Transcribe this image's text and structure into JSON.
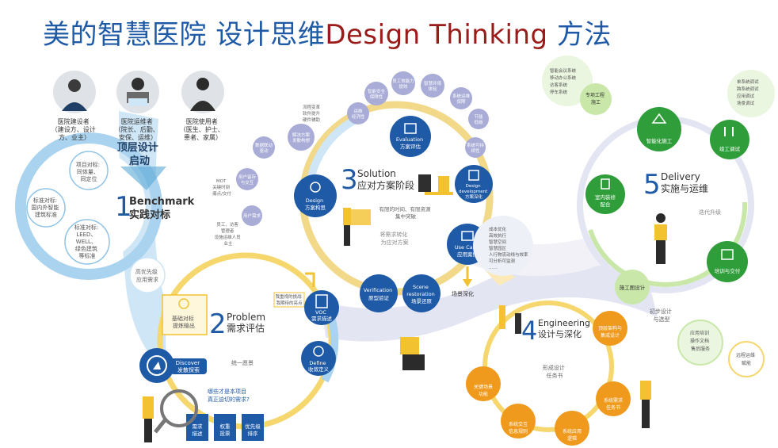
{
  "title": {
    "part1": "美的智慧医院 设计思维",
    "part2": "Design Thinking",
    "part3": " 方法"
  },
  "stakeholders": [
    {
      "lines": [
        "医院建设者",
        "（建设方、设计",
        "方、业主）"
      ]
    },
    {
      "lines": [
        "医院运维者",
        "（院长、后勤、",
        "安保、运维）"
      ]
    },
    {
      "lines": [
        "医院使用者",
        "（医生、护士、",
        "患者、家属）"
      ]
    }
  ],
  "top_design": [
    "顶层设计",
    "启动"
  ],
  "benchmark": {
    "num": "1",
    "en": "Benchmark",
    "cn": "实践对标",
    "items": [
      [
        "项目对标:",
        "同体量、",
        "同定位"
      ],
      [
        "标准对标:",
        "国内外智能",
        "建筑标准"
      ],
      [
        "标准对标:",
        "LEED、",
        "WELL、",
        "绿色建筑",
        "等标准"
      ]
    ],
    "note": [
      "高优先级",
      "应用需求"
    ]
  },
  "problem": {
    "num": "2",
    "en": "Problem",
    "cn": "需求评估",
    "clipboard": [
      "基础对标",
      "提炼输出"
    ],
    "note": [
      "我重视的挑战",
      "我期待的亮点"
    ],
    "unify": "统一愿景",
    "discover": [
      "Discover",
      "发散探索"
    ],
    "voc": [
      "VOC",
      "需求描述"
    ],
    "define": [
      "Define",
      "收敛定义"
    ],
    "bubble": [
      "哪些才是本项目",
      "真正迫切的需求?"
    ],
    "cards": [
      [
        "需求",
        "描述"
      ],
      [
        "权重",
        "投票"
      ],
      [
        "优先级",
        "排序"
      ]
    ]
  },
  "solution": {
    "num": "3",
    "en": "Solution",
    "cn": "应对方案阶段",
    "evaluation": [
      "Evaluation",
      "方案评估"
    ],
    "design_dev": [
      "Design",
      "development",
      "方案深化"
    ],
    "design_concept": [
      "Design",
      "方案构思"
    ],
    "usecase": [
      "Use Case",
      "应用案例"
    ],
    "verification": [
      "Verification",
      "原型验证"
    ],
    "scene": [
      "Scene",
      "restoration",
      "场景还原"
    ],
    "text_mid": [
      "有限的时间、有限资源",
      "集中突破"
    ],
    "text_low": [
      "将需求转化",
      "为应对方案"
    ],
    "eval_bubbles": [
      [
        "运维",
        "经济性"
      ],
      [
        "智能安全",
        "保障性"
      ],
      [
        "员工效能力",
        "提效"
      ],
      [
        "智慧环境",
        "体验"
      ],
      [
        "系统运维",
        "保障"
      ],
      [
        "节能",
        "低碳"
      ],
      [
        "系统可持",
        "续性"
      ]
    ],
    "concept_bubbles": [
      [
        "数据联动",
        "驱动"
      ],
      [
        "用户留存",
        "与交互"
      ],
      [
        "用户需求"
      ],
      [
        "解决方案",
        "发散构想"
      ]
    ],
    "concept_list": [
      "流程变革",
      "软件提升",
      "硬件辅助"
    ],
    "mot": [
      "MOT",
      "关键时刻",
      "痛点/交付"
    ],
    "users": [
      "员工、访客",
      "管理者",
      "设施运维人员",
      "业主"
    ],
    "usecase_list": [
      "成本优化",
      "高效执行",
      "智慧空间",
      "智慧园区",
      "人行物流动线与效率",
      "可分析可监测",
      "……"
    ],
    "scene_deep": "场景深化"
  },
  "engineering": {
    "num": "4",
    "en": "Engineering",
    "cn": "设计与深化",
    "items": [
      [
        "顶层架构与",
        "集成设计"
      ],
      [
        "系统需求",
        "任务书"
      ],
      [
        "系统应用",
        "逻辑"
      ],
      [
        "系统交互",
        "信息规则"
      ],
      [
        "关键场景",
        "功能"
      ]
    ],
    "center": [
      "形成设计",
      "任务书"
    ],
    "side": [
      "初步设计",
      "与选型"
    ]
  },
  "delivery": {
    "num": "5",
    "en": "Delivery",
    "cn": "实施与运维",
    "items": [
      [
        "智能化施工"
      ],
      [
        "竣工调试"
      ],
      [
        "培训与交付"
      ],
      [
        "室内装修",
        "配合"
      ]
    ],
    "upgrade": "迭代升级",
    "construction_design": "施工图设计",
    "list_left": [
      "智能会议系统",
      "移动办公系统",
      "访客系统",
      "停车系统"
    ],
    "list_right": [
      "单系统调试",
      "跨系统调试",
      "应用调试",
      "场景调试"
    ],
    "special": [
      "专项工程",
      "施工"
    ],
    "training": [
      "应用培训",
      "操作文档",
      "售后服务"
    ],
    "remote": [
      "远程运维",
      "赋能"
    ]
  },
  "colors": {
    "blue": "#1f5aa6",
    "red": "#9b1b1b",
    "lightblue": "#5aa9d6",
    "yellow": "#f2c230",
    "green": "#2f9e3a",
    "orange": "#ef9a1c",
    "lavender": "#9ea2cc"
  }
}
